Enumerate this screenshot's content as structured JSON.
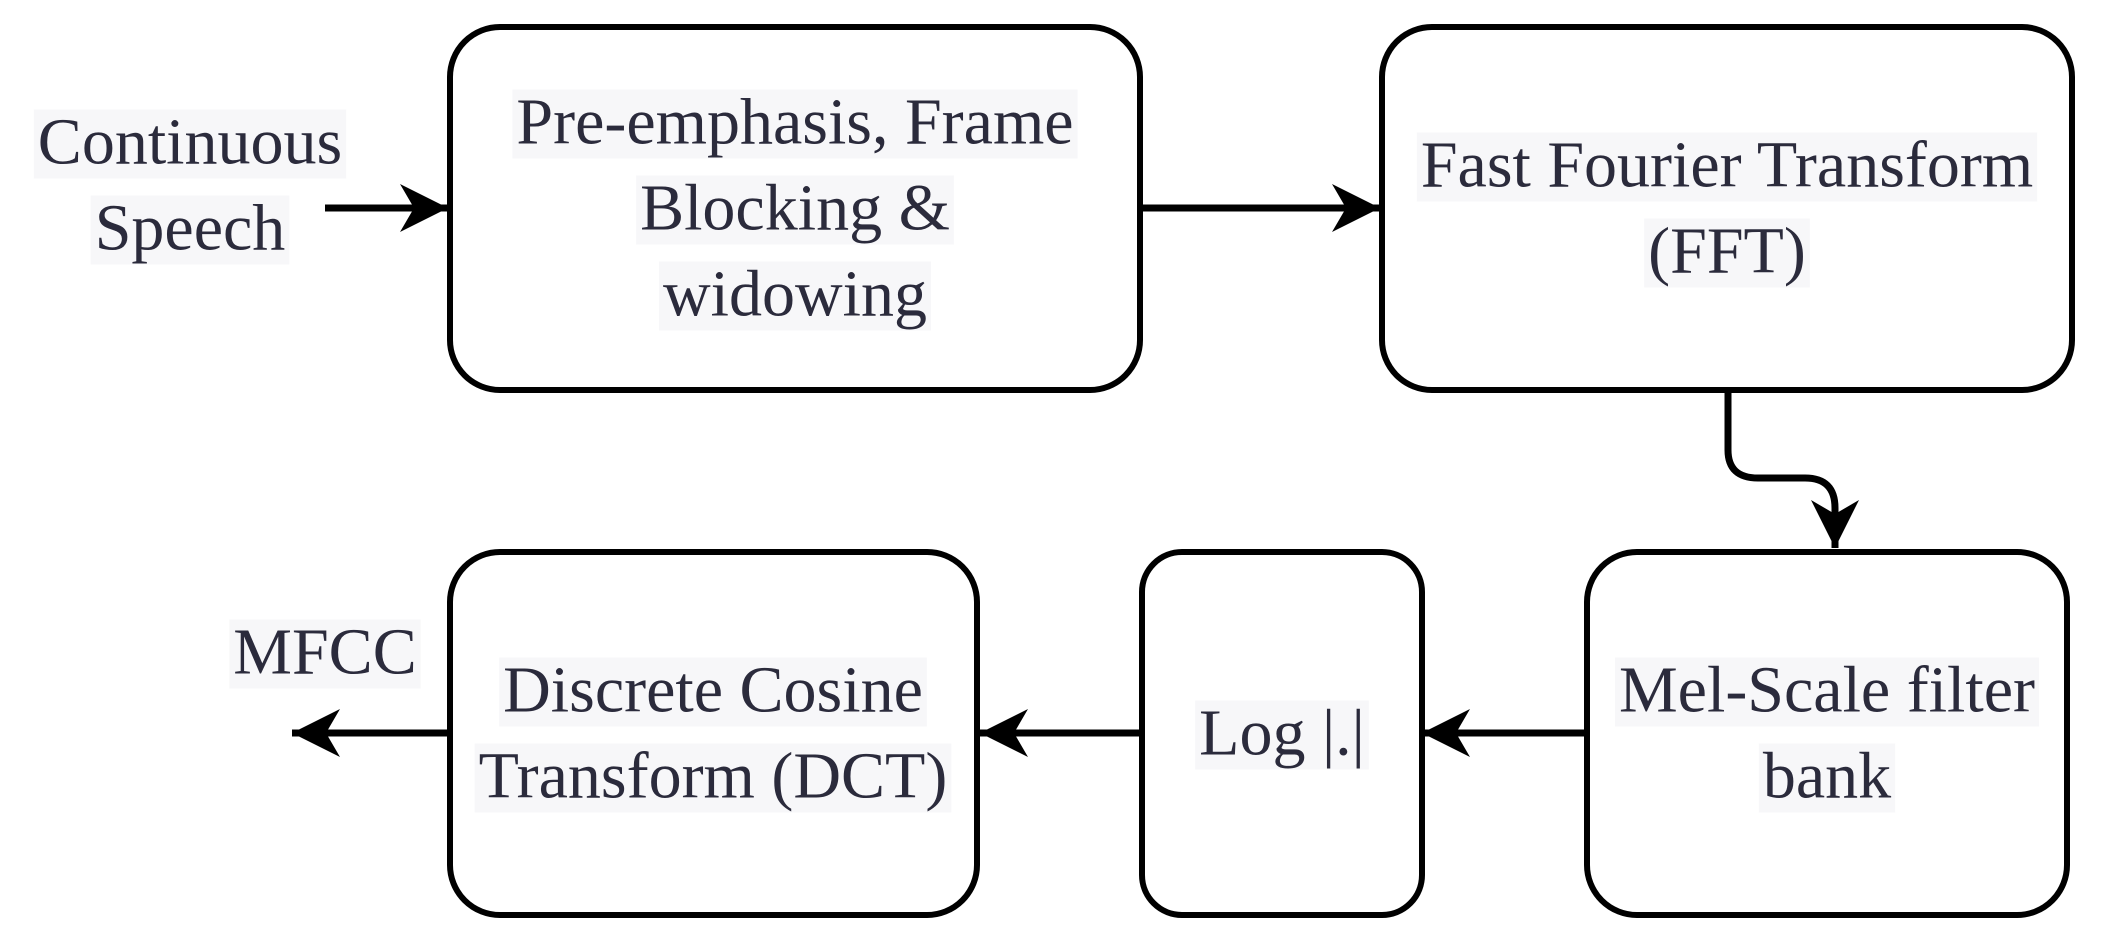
{
  "nodes": [
    {
      "id": "input",
      "lines": [
        "Continuous",
        "Speech"
      ]
    },
    {
      "id": "preprocess",
      "lines": [
        "Pre-emphasis, Frame",
        "Blocking &",
        "widowing"
      ]
    },
    {
      "id": "fft",
      "lines": [
        "Fast Fourier Transform",
        "(FFT)"
      ]
    },
    {
      "id": "mel",
      "lines": [
        "Mel-Scale filter",
        "bank"
      ]
    },
    {
      "id": "log",
      "lines": [
        "Log |.|"
      ]
    },
    {
      "id": "dct",
      "lines": [
        "Discrete Cosine",
        "Transform (DCT)"
      ]
    },
    {
      "id": "output",
      "lines": [
        "MFCC"
      ]
    }
  ],
  "edges": [
    {
      "from": "input",
      "to": "preprocess"
    },
    {
      "from": "preprocess",
      "to": "fft"
    },
    {
      "from": "fft",
      "to": "mel"
    },
    {
      "from": "mel",
      "to": "log"
    },
    {
      "from": "log",
      "to": "dct"
    },
    {
      "from": "dct",
      "to": "output"
    }
  ],
  "colors": {
    "stroke": "#000000",
    "text": "#2b2b3c",
    "label_background": "#f7f7f9",
    "box_fill": "#ffffff"
  }
}
